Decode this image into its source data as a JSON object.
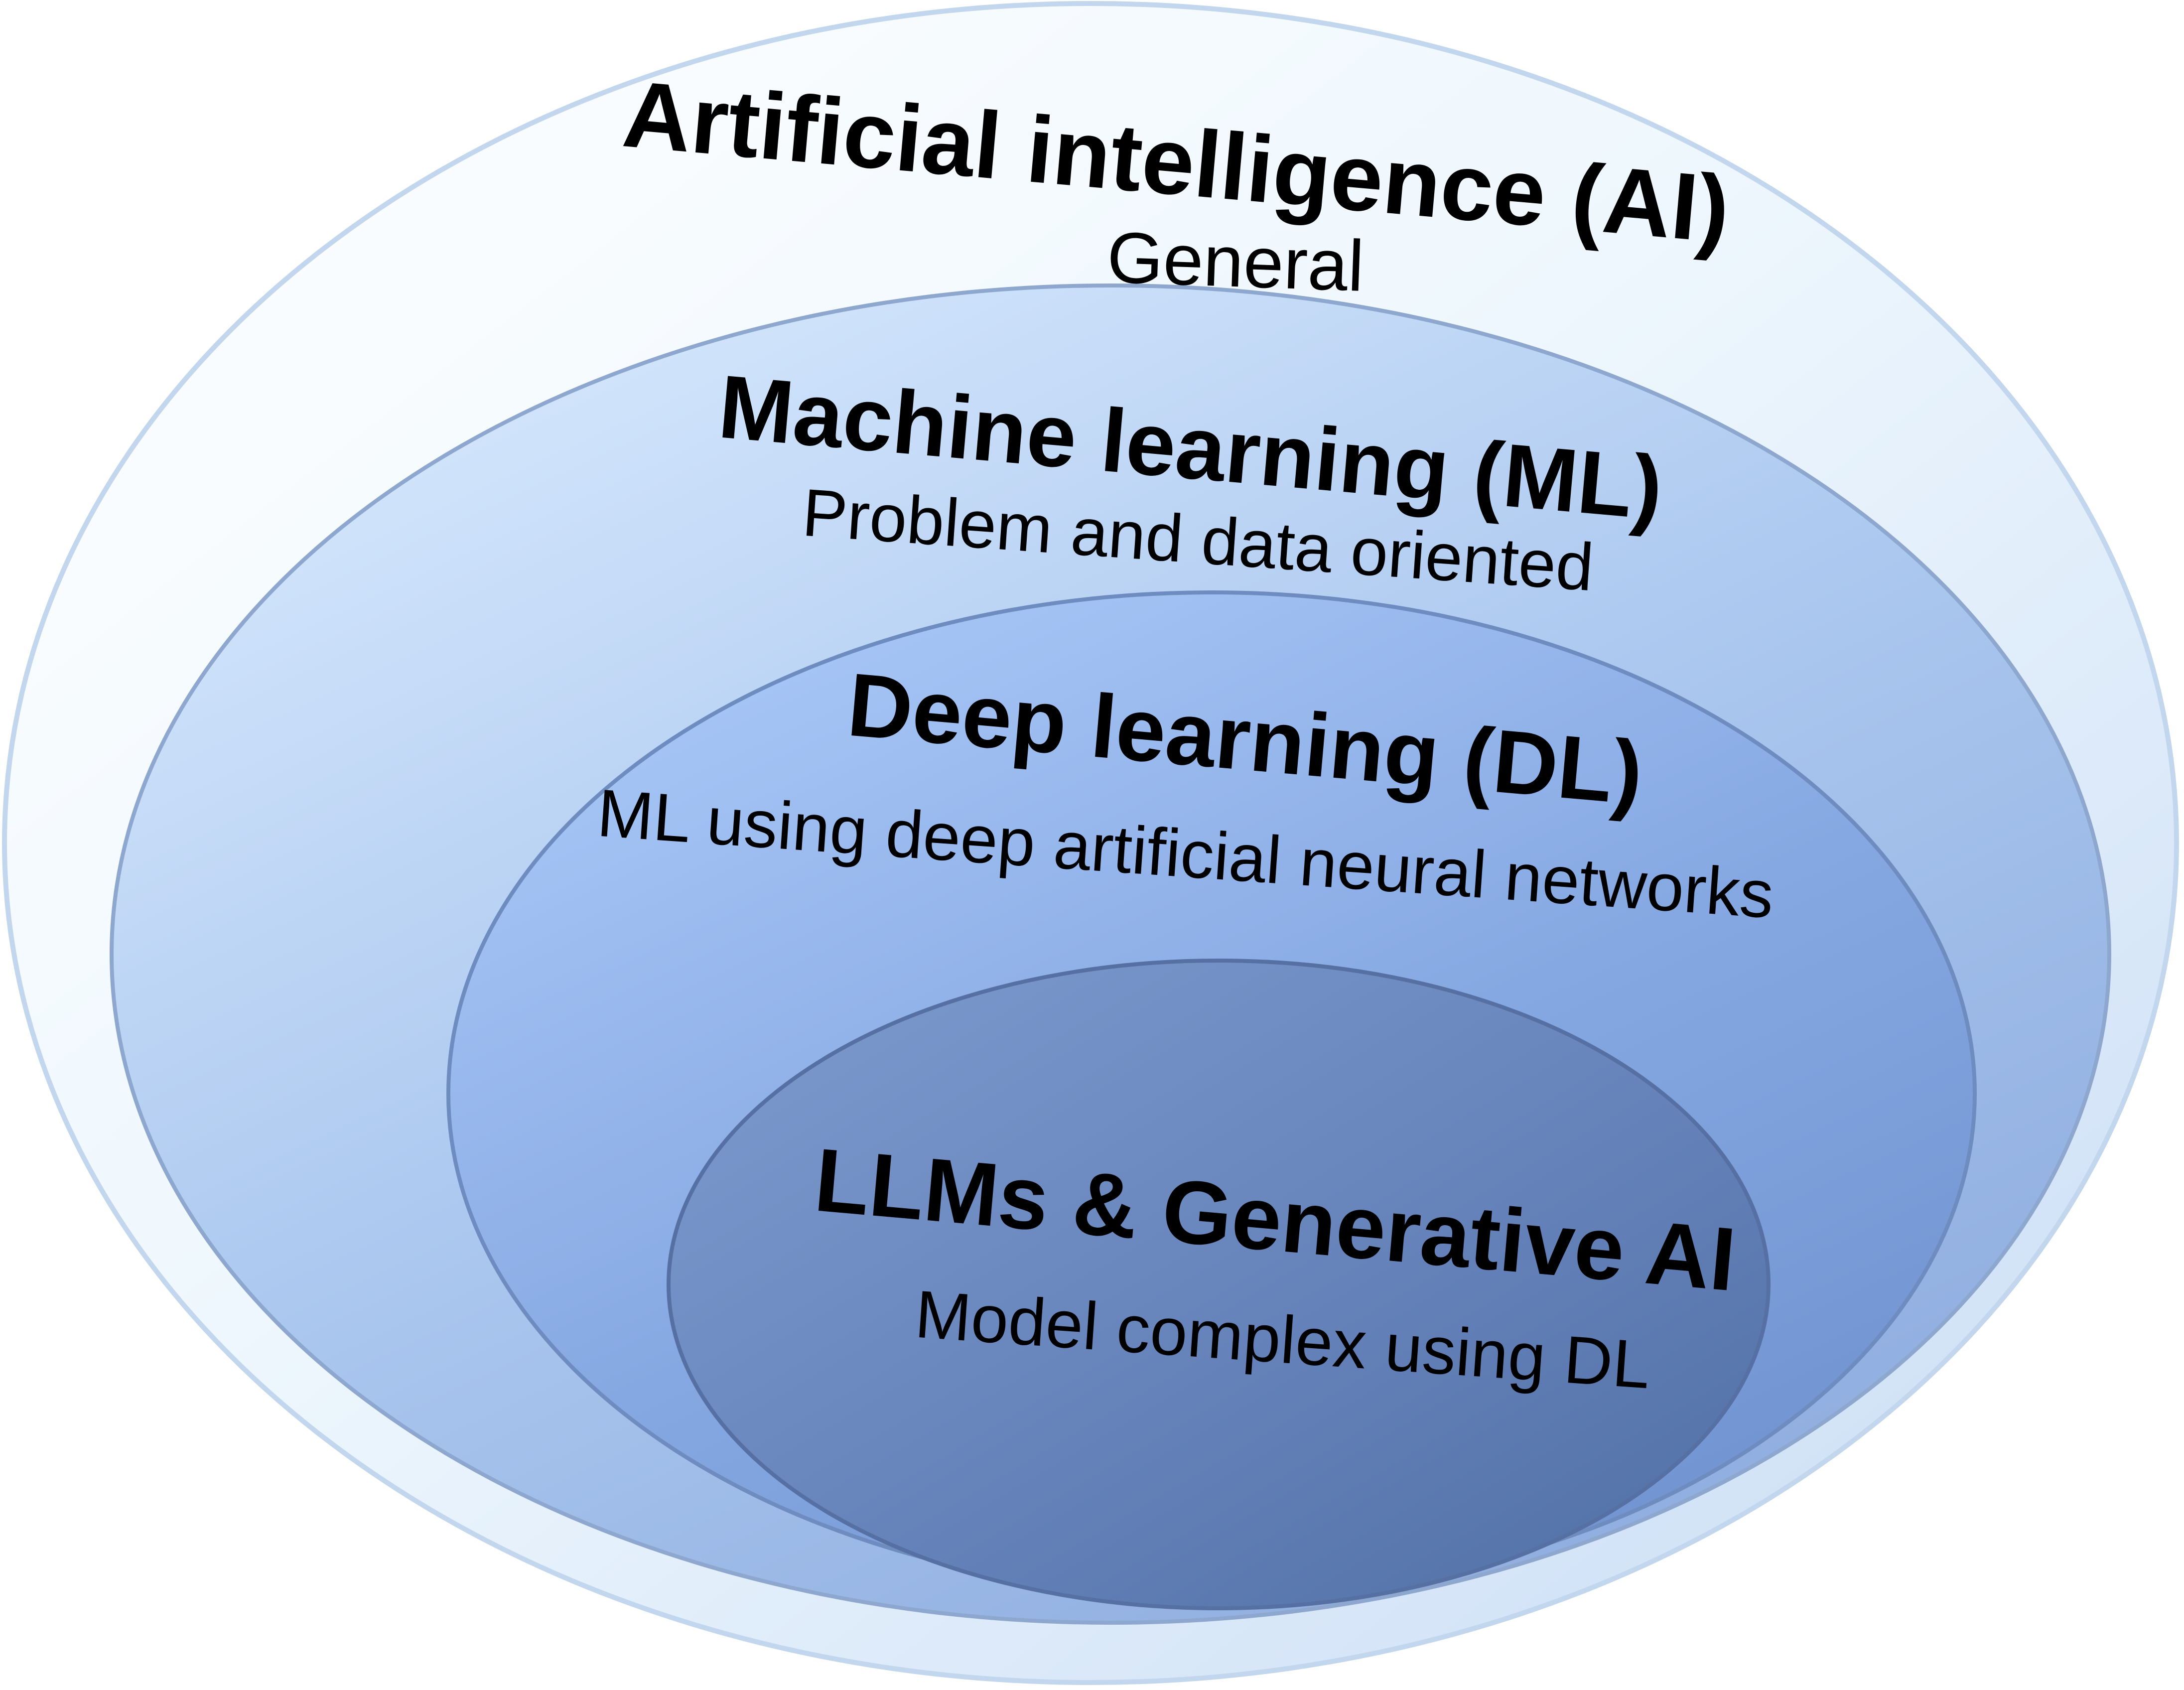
{
  "layers": [
    {
      "title": "Artificial intelligence (AI)",
      "subtitle": "General"
    },
    {
      "title": "Machine learning (ML)",
      "subtitle": "Problem and data oriented"
    },
    {
      "title": "Deep learning (DL)",
      "subtitle": "ML using deep artificial neural networks"
    },
    {
      "title": "LLMs & Generative AI",
      "subtitle": "Model complex using DL"
    }
  ],
  "colors": {
    "ai": "#e6f1fc",
    "ml": "#a9c6ee",
    "dl": "#7fa3df",
    "llm": "#5f7fb5"
  }
}
